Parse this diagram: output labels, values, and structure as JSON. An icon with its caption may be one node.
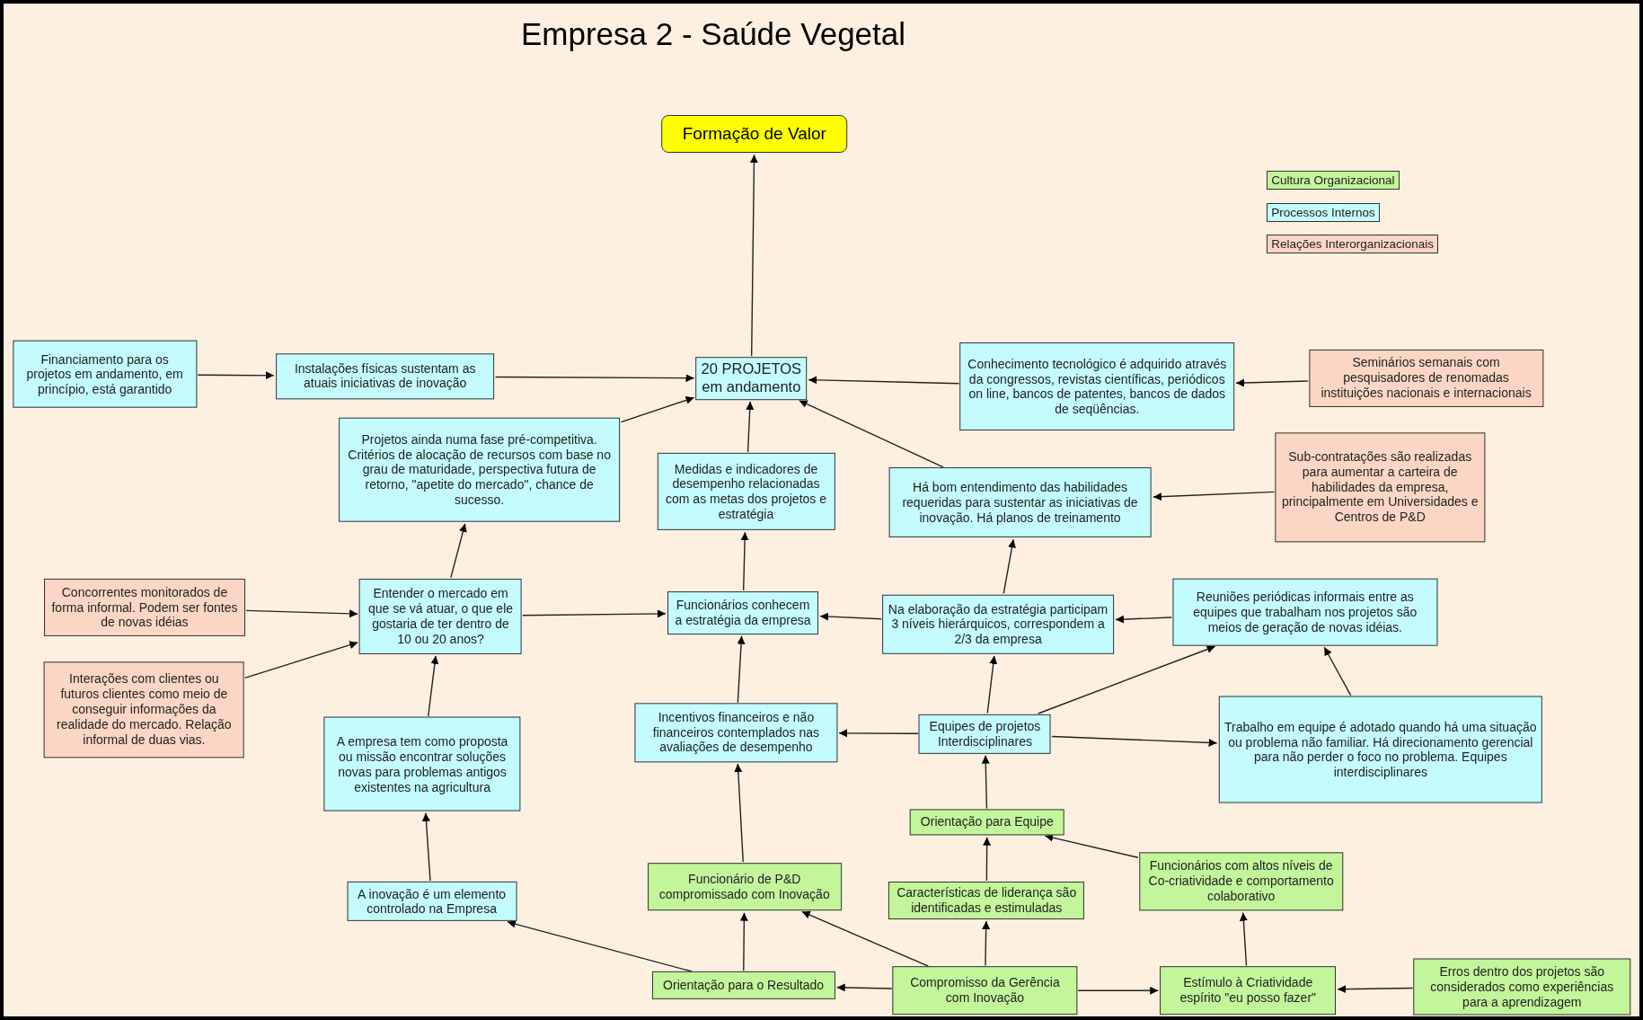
{
  "diagram": {
    "title": "Empresa 2 - Saúde Vegetal",
    "nodes": [
      {
        "text": [
          "Formação de Valor"
        ]
      },
      {
        "text": [
          "Financiamento para os projetos em andamento, em princípio, está garantido"
        ]
      },
      {
        "text": [
          "Instalações físicas sustentam as atuais iniciativas de inovação"
        ]
      },
      {
        "text": [
          "20 PROJETOS em andamento"
        ]
      },
      {
        "text": [
          "Conhecimento tecnológico é adquirido através da congressos, revistas científicas, periódicos on line, bancos de patentes, bancos de dados de seqüências."
        ]
      },
      {
        "text": [
          "Seminários semanais com pesquisadores de renomadas instituições nacionais e internacionais"
        ]
      },
      {
        "text": [
          "Projetos ainda numa fase pré-competitiva. Critérios de alocação de recursos com base no grau de maturidade, perspectiva futura de retorno, \"apetite do mercado\", chance de sucesso."
        ]
      },
      {
        "text": [
          "Medidas e indicadores de desempenho relacionadas com as metas dos projetos e estratégia"
        ]
      },
      {
        "text": [
          "Há bom entendimento das habilidades requeridas para sustentar as iniciativas de inovação. Há planos de treinamento"
        ]
      },
      {
        "text": [
          "Sub-contratações são realizadas para aumentar a carteira de habilidades da empresa, principalmente em Universidades e Centros de P&D"
        ]
      },
      {
        "text": [
          "Concorrentes monitorados de forma informal.  Podem ser fontes de novas idéias"
        ]
      },
      {
        "text": [
          "Entender o mercado em que se vá atuar, o que ele gostaria de ter dentro de 10 ou 20 anos?"
        ]
      },
      {
        "text": [
          "Funcionários conhecem a estratégia da empresa"
        ]
      },
      {
        "text": [
          "Na elaboração da estratégia participam 3 níveis hierárquicos, correspondem a 2/3 da empresa"
        ]
      },
      {
        "text": [
          "Reuniões periódicas informais entre as equipes que trabalham nos projetos são meios de geração de novas idéias."
        ]
      },
      {
        "text": [
          "Interações com clientes ou futuros clientes como meio de conseguir informações da realidade do mercado. Relação informal de duas vias."
        ]
      },
      {
        "text": [
          "A  empresa tem como proposta  ou missão encontrar soluções novas para problemas antigos existentes na agricultura"
        ]
      },
      {
        "text": [
          "Incentivos financeiros e não financeiros contemplados nas avaliações de desempenho"
        ]
      },
      {
        "text": [
          "Equipes de projetos Interdisciplinares"
        ]
      },
      {
        "text": [
          "Trabalho em equipe é adotado quando há uma situação ou problema não familiar.  Há direcionamento gerencial para não perder o foco no problema. Equipes interdisciplinares"
        ]
      },
      {
        "text": [
          "Orientação para Equipe"
        ]
      },
      {
        "text": [
          "Funcionário de P&D compromissado com Inovação"
        ]
      },
      {
        "text": [
          "Características de liderança são identificadas e estimuladas"
        ]
      },
      {
        "text": [
          "Funcionários com altos níveis de Co-criatividade e comportamento colaborativo"
        ]
      },
      {
        "text": [
          "A inovação é um elemento controlado na Empresa"
        ]
      },
      {
        "text": [
          "Orientação para o Resultado"
        ]
      },
      {
        "text": [
          "Compromisso da Gerência com Inovação"
        ]
      },
      {
        "text": [
          "Estímulo à Criatividade espírito \"eu posso fazer\""
        ]
      },
      {
        "text": [
          "Erros dentro dos projetos são considerados como experiências para a aprendizagem"
        ]
      }
    ],
    "edges": [
      {
        "from": 3,
        "to": 0,
        "arrow": "to"
      },
      {
        "from": 1,
        "to": 2,
        "arrow": "to"
      },
      {
        "from": 2,
        "to": 3,
        "arrow": "to"
      },
      {
        "from": 4,
        "to": 3,
        "arrow": "to"
      },
      {
        "from": 5,
        "to": 4,
        "arrow": "to"
      },
      {
        "from": 6,
        "to": 3,
        "arrow": "to"
      },
      {
        "from": 7,
        "to": 3,
        "arrow": "to"
      },
      {
        "from": 8,
        "to": 3,
        "arrow": "to"
      },
      {
        "from": 9,
        "to": 8,
        "arrow": "to"
      },
      {
        "from": 11,
        "to": 6,
        "arrow": "to"
      },
      {
        "from": 10,
        "to": 11,
        "arrow": "to"
      },
      {
        "from": 15,
        "to": 11,
        "arrow": "to"
      },
      {
        "from": 11,
        "to": 12,
        "arrow": "to"
      },
      {
        "from": 12,
        "to": 7,
        "arrow": "to"
      },
      {
        "from": 13,
        "to": 12,
        "arrow": "to"
      },
      {
        "from": 14,
        "to": 13,
        "arrow": "to"
      },
      {
        "from": 13,
        "to": 8,
        "arrow": "to"
      },
      {
        "from": 16,
        "to": 11,
        "arrow": "to"
      },
      {
        "from": 17,
        "to": 12,
        "arrow": "to"
      },
      {
        "from": 18,
        "to": 17,
        "arrow": "to"
      },
      {
        "from": 18,
        "to": 13,
        "arrow": "to"
      },
      {
        "from": 18,
        "to": 14,
        "arrow": "to"
      },
      {
        "from": 18,
        "to": 19,
        "arrow": "to"
      },
      {
        "from": 19,
        "to": 14,
        "arrow": "to"
      },
      {
        "from": 20,
        "to": 18,
        "arrow": "to"
      },
      {
        "from": 21,
        "to": 17,
        "arrow": "to"
      },
      {
        "from": 22,
        "to": 20,
        "arrow": "to"
      },
      {
        "from": 23,
        "to": 20,
        "arrow": "to"
      },
      {
        "from": 24,
        "to": 16,
        "arrow": "to"
      },
      {
        "from": 25,
        "to": 24,
        "arrow": "to"
      },
      {
        "from": 25,
        "to": 21,
        "arrow": "to"
      },
      {
        "from": 26,
        "to": 25,
        "arrow": "to"
      },
      {
        "from": 26,
        "to": 21,
        "arrow": "to"
      },
      {
        "from": 26,
        "to": 22,
        "arrow": "to"
      },
      {
        "from": 26,
        "to": 27,
        "arrow": "to"
      },
      {
        "from": 27,
        "to": 23,
        "arrow": "to"
      },
      {
        "from": 28,
        "to": 27,
        "arrow": "to"
      }
    ],
    "legend": [
      {
        "text": "Cultura Organizacional",
        "color": "#c3f59b"
      },
      {
        "text": "Processos Internos",
        "color": "#c4fbff"
      },
      {
        "text": "Relações Interorganizacionais",
        "color": "#fcd6c4"
      }
    ]
  }
}
